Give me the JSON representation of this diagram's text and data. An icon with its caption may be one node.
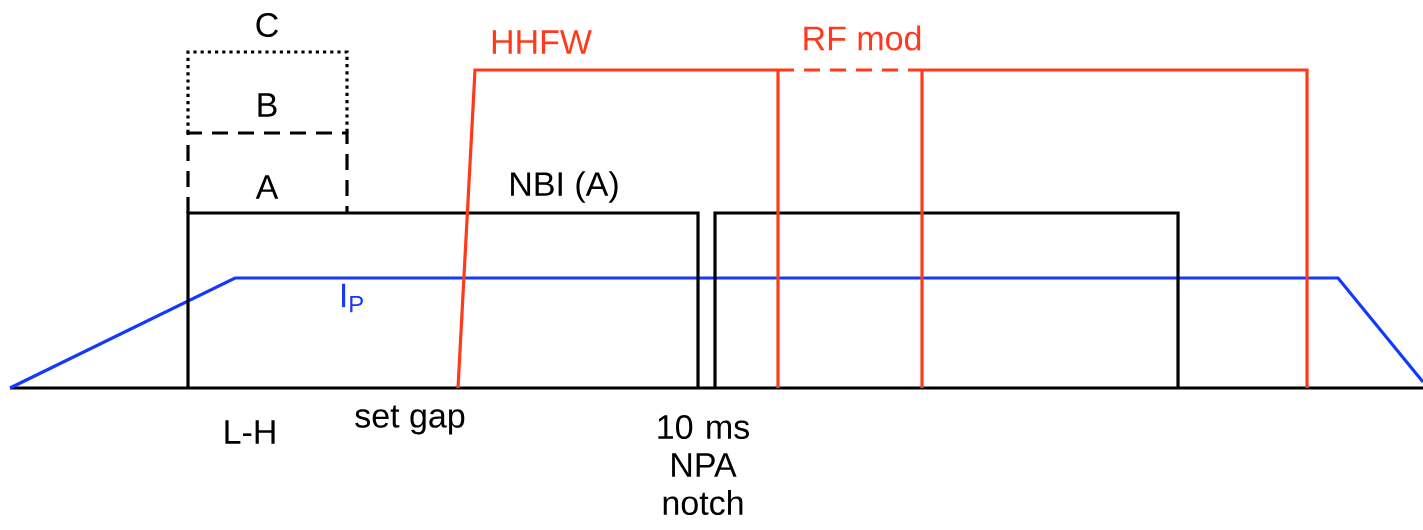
{
  "diagram": {
    "labels": [
      "C",
      "HHFW",
      "RF mod",
      "B",
      "A",
      "NBI (A)",
      "I$_{P}$",
      "L-H",
      "set gap",
      "10 ms NPA notch"
    ]
  }
}
